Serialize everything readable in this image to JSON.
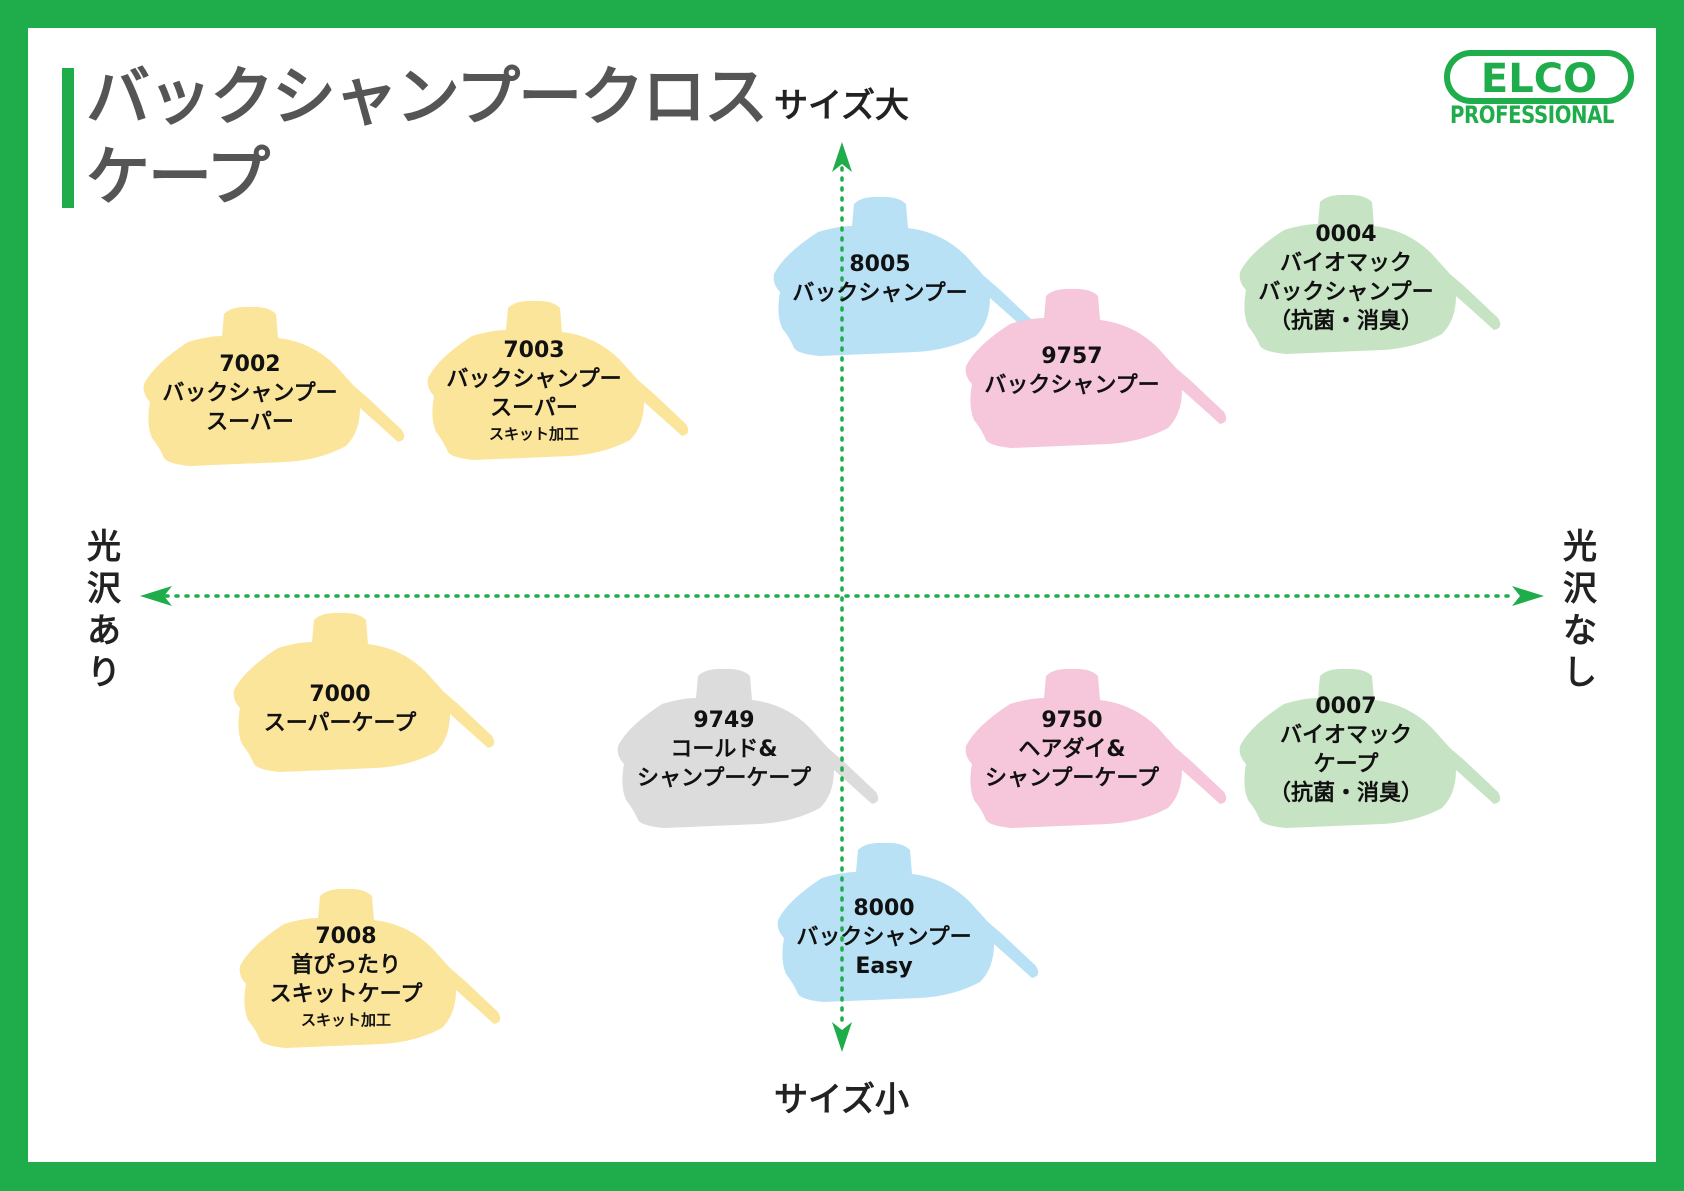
{
  "title": {
    "line1": "バックシャンプークロス",
    "line2": "ケープ"
  },
  "logo": {
    "main": "ELCO",
    "sub": "PROFESSIONAL"
  },
  "axes": {
    "top": "サイズ大",
    "bottom": "サイズ小",
    "left": [
      "光",
      "沢",
      "あ",
      "り"
    ],
    "right": [
      "光",
      "沢",
      "な",
      "し"
    ]
  },
  "colors": {
    "brand_green": "#1fac4a",
    "yellow": "#fbe59b",
    "blue": "#b8e1f6",
    "pink": "#f6c6da",
    "green": "#c6e3c3",
    "gray": "#dcdcdc"
  },
  "capes": [
    {
      "id": "8005",
      "color": "blue",
      "lines": [
        "8005",
        "バックシャンプー"
      ],
      "small": ""
    },
    {
      "id": "9757",
      "color": "pink",
      "lines": [
        "9757",
        "バックシャンプー"
      ],
      "small": ""
    },
    {
      "id": "0004",
      "color": "green",
      "lines": [
        "0004",
        "バイオマック",
        "バックシャンプー",
        "（抗菌・消臭）"
      ],
      "small": ""
    },
    {
      "id": "7002",
      "color": "yellow",
      "lines": [
        "7002",
        "バックシャンプー",
        "スーパー"
      ],
      "small": ""
    },
    {
      "id": "7003",
      "color": "yellow",
      "lines": [
        "7003",
        "バックシャンプー",
        "スーパー"
      ],
      "small": "スキット加工"
    },
    {
      "id": "7000",
      "color": "yellow",
      "lines": [
        "7000",
        "スーパーケープ"
      ],
      "small": ""
    },
    {
      "id": "9749",
      "color": "gray",
      "lines": [
        "9749",
        "コールド&",
        "シャンプーケープ"
      ],
      "small": ""
    },
    {
      "id": "9750",
      "color": "pink",
      "lines": [
        "9750",
        "ヘアダイ&",
        "シャンプーケープ"
      ],
      "small": ""
    },
    {
      "id": "0007",
      "color": "green",
      "lines": [
        "0007",
        "バイオマック",
        "ケープ",
        "（抗菌・消臭）"
      ],
      "small": ""
    },
    {
      "id": "8000",
      "color": "blue",
      "lines": [
        "8000",
        "バックシャンプー",
        "Easy"
      ],
      "small": ""
    },
    {
      "id": "7008",
      "color": "yellow",
      "lines": [
        "7008",
        "首ぴったり",
        "スキットケープ"
      ],
      "small": "スキット加工"
    }
  ]
}
